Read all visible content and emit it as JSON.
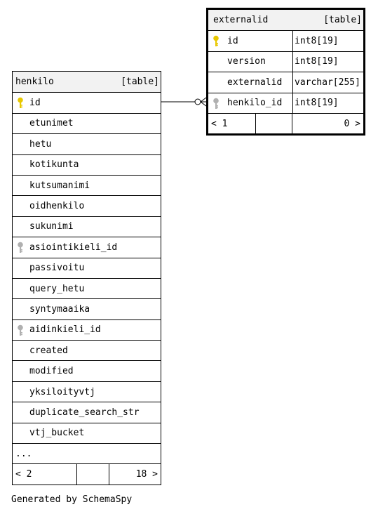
{
  "henkilo": {
    "name": "henkilo",
    "kind": "[table]",
    "columns": [
      "id",
      "etunimet",
      "hetu",
      "kotikunta",
      "kutsumanimi",
      "oidhenkilo",
      "sukunimi",
      "asiointikieli_id",
      "passivoitu",
      "query_hetu",
      "syntymaaika",
      "aidinkieli_id",
      "created",
      "modified",
      "yksiloityvtj",
      "duplicate_search_str",
      "vtj_bucket"
    ],
    "more": "...",
    "footer_left": "< 2",
    "footer_right": "18 >"
  },
  "externalid": {
    "name": "externalid",
    "kind": "[table]",
    "columns": [
      "id",
      "version",
      "externalid",
      "henkilo_id"
    ],
    "types": [
      "int8[19]",
      "int8[19]",
      "varchar[255]",
      "int8[19]"
    ],
    "footer_left": "< 1",
    "footer_right": "0 >"
  },
  "icons": {
    "primary_key": "key-icon-yellow",
    "foreign_key": "key-icon-gray"
  },
  "colors": {
    "primary_key": "#e8c800",
    "foreign_key": "#b0b0b0"
  },
  "credit": "Generated by SchemaSpy"
}
